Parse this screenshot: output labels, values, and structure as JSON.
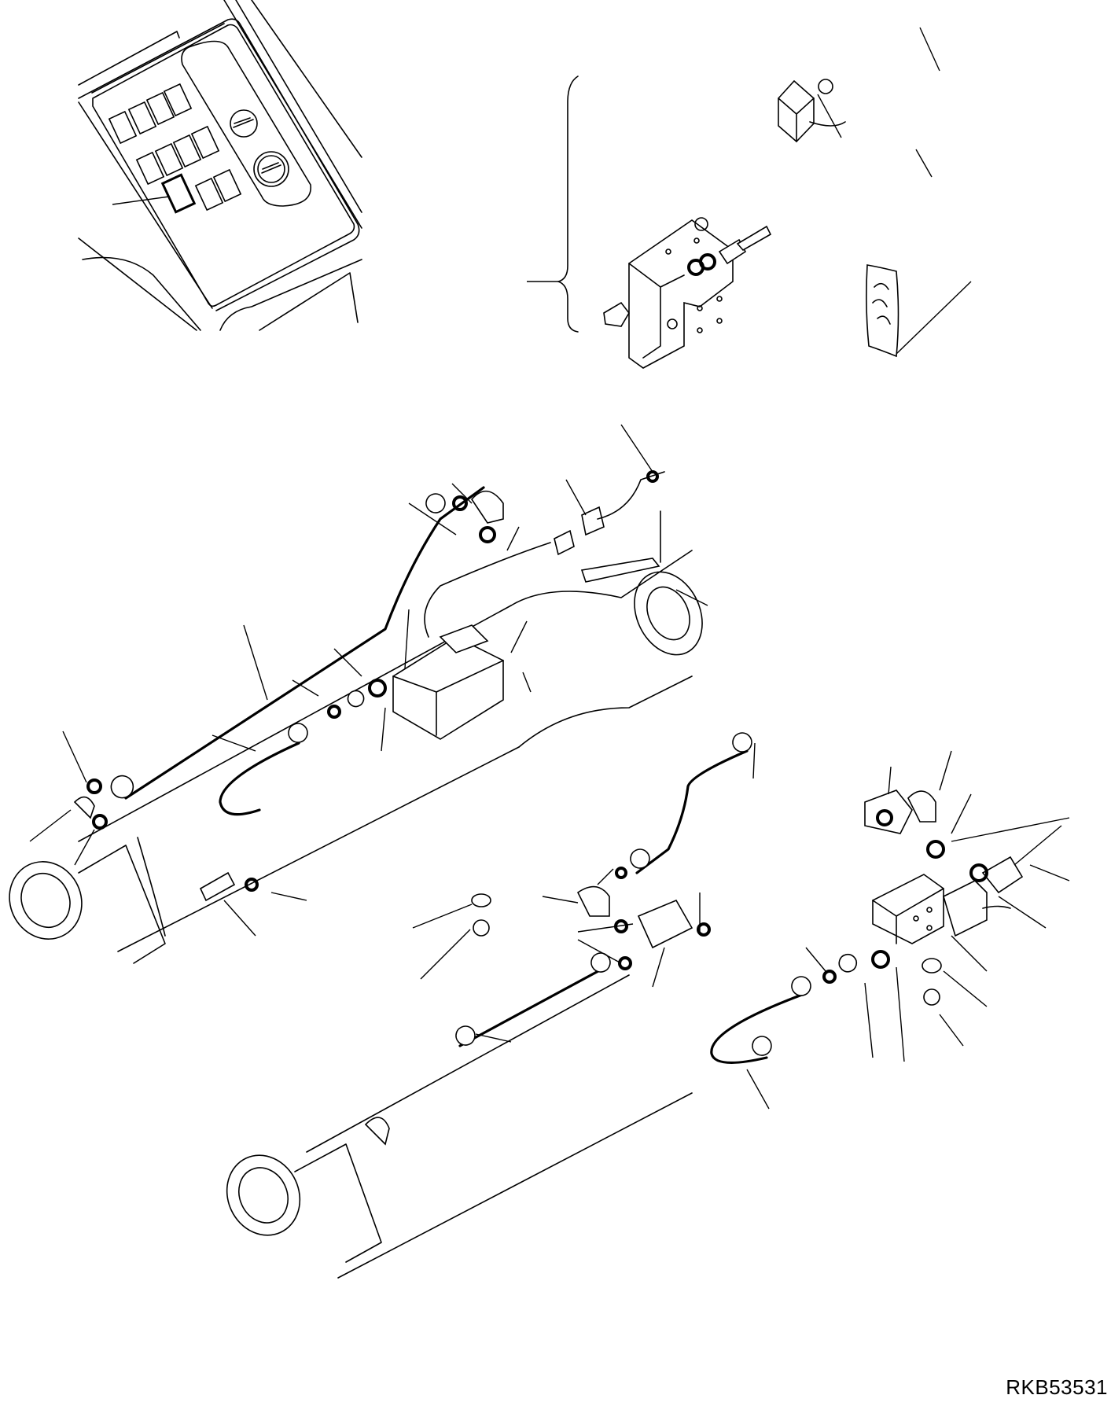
{
  "diagram": {
    "type": "exploded parts diagram",
    "drawing_code": "RKB53531",
    "colors": {
      "line": "#000000",
      "background": "#ffffff"
    },
    "views": [
      {
        "id": "cab-switch-panel",
        "description": "Cab console switch panel with highlighted rocker switch",
        "callout_leaders": 1
      },
      {
        "id": "solenoid-valve-detail",
        "description": "Solenoid valve block with cartridge, coil, nut, O-rings and decal",
        "callout_leaders": 4
      },
      {
        "id": "cylinder-piping-left",
        "description": "Left boom cylinder with piping, elbow fittings, valve block and harness",
        "callout_leaders": 18
      },
      {
        "id": "cylinder-piping-right",
        "description": "Right boom cylinder with piping, tee fitting, valve block and mounting",
        "callout_leaders": 20
      }
    ]
  }
}
